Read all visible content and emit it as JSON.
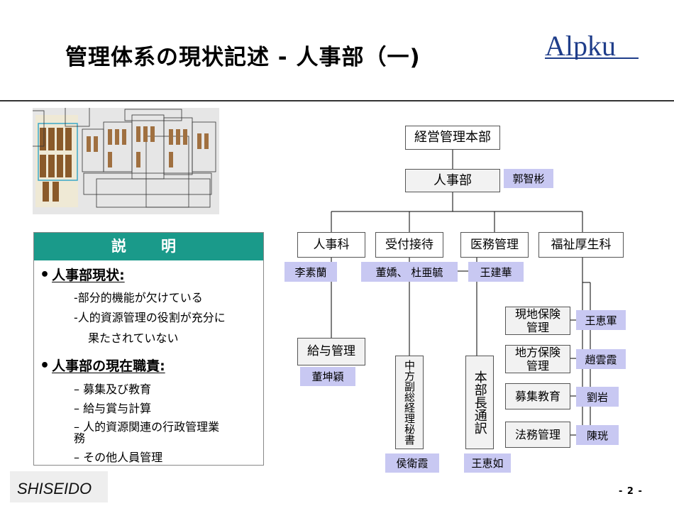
{
  "header": {
    "title": "管理体系の現状記述 - 人事部（一)",
    "logo_text": "Alpku",
    "brand_logo": "SHISEIDO",
    "page_number": "- 2 -"
  },
  "colors": {
    "panel_header": "#1a9a8a",
    "name_tag": "#c8c8f2",
    "box_fill": "#f2f2f2"
  },
  "panel": {
    "heading": "説　明",
    "lines": [
      "人事部現状:",
      "-部分的機能が欠けている",
      "-人的資源管理の役割が充分に",
      "果たされていない",
      "人事部の現在職責:",
      "–  募集及び教育",
      "–  給与賞与計算",
      "–  人的資源関連の行政管理業",
      "務",
      "–  その他人員管理"
    ]
  },
  "org": {
    "top": "経営管理本部",
    "dept": "人事部",
    "dept_head": "郭智彬",
    "sections": [
      "人事科",
      "受付接待",
      "医務管理",
      "福祉厚生科"
    ],
    "section_staff": [
      "李素蘭",
      "董嬌、 杜亜毓",
      "王建華"
    ],
    "payroll": "給与管理",
    "payroll_staff": "董坤穎",
    "vice_sec": "中方副総経理秘書",
    "vice_sec_staff": "侯衛霞",
    "gm_interp": "本部長通訳",
    "gm_interp_staff": "王恵如",
    "welfare_units": [
      "現地保険管理",
      "地方保険管理",
      "募集教育",
      "法務管理"
    ],
    "welfare_staff": [
      "王恵軍",
      "趙雲霞",
      "劉岩",
      "陳珖"
    ]
  }
}
